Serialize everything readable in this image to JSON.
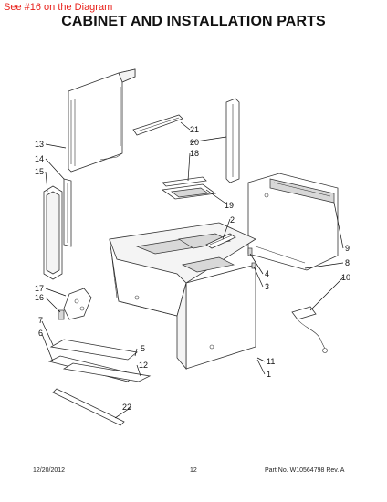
{
  "overlay_note": "See #16 on the Diagram",
  "title": "CABINET AND INSTALLATION PARTS",
  "callouts": [
    "13",
    "14",
    "15",
    "17",
    "16",
    "7",
    "6",
    "5",
    "12",
    "22",
    "21",
    "20",
    "18",
    "19",
    "2",
    "4",
    "3",
    "9",
    "8",
    "10",
    "11",
    "1"
  ],
  "footer": {
    "date": "12/20/2012",
    "page": "12",
    "part_no": "Part No. W10564798   Rev. A"
  }
}
